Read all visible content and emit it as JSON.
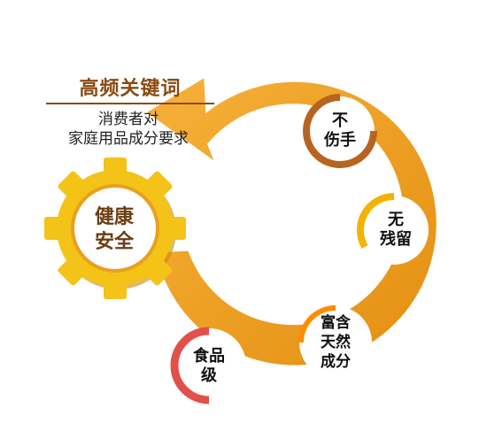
{
  "header": {
    "title": "高频关键词",
    "subtitle_line1": "消费者对",
    "subtitle_line2": "家庭用品成分要求"
  },
  "center": {
    "line1": "健康",
    "line2": "安全"
  },
  "items": [
    {
      "line1": "不",
      "line2": "伤手",
      "ring_color": "#b86421"
    },
    {
      "line1": "无",
      "line2": "残留",
      "ring_color": "#f5b301"
    },
    {
      "line1": "富含",
      "line2": "天然",
      "line3": "成分",
      "ring_color": "#ff8c00"
    },
    {
      "line1": "食品",
      "line2": "级",
      "ring_color": "#e3504a"
    }
  ],
  "colors": {
    "arrow": "#f0a020",
    "gear": "#f3c317",
    "title": "#8a4a10"
  }
}
